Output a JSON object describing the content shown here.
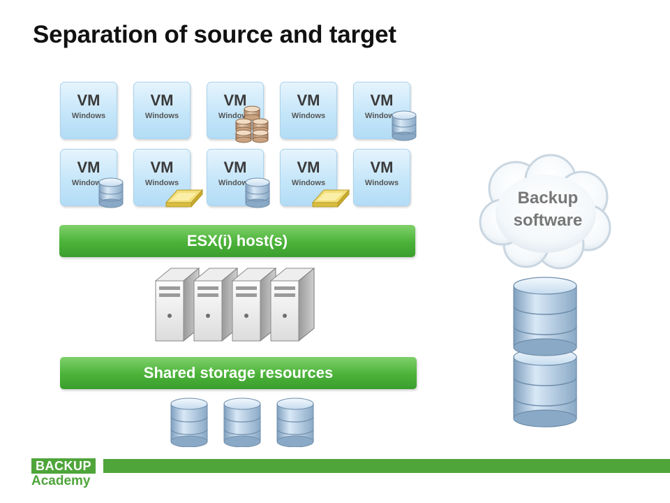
{
  "slide": {
    "title": "Separation of source and target"
  },
  "vm_grid": {
    "rows": [
      [
        {
          "label": "VM",
          "os": "Windows",
          "overlay": "none"
        },
        {
          "label": "VM",
          "os": "Windows",
          "overlay": "none"
        },
        {
          "label": "VM",
          "os": "Windows",
          "overlay": "coin-stack-icon"
        },
        {
          "label": "VM",
          "os": "Windows",
          "overlay": "none"
        },
        {
          "label": "VM",
          "os": "Windows",
          "overlay": "database-icon"
        }
      ],
      [
        {
          "label": "VM",
          "os": "Windows",
          "overlay": "database-icon"
        },
        {
          "label": "VM",
          "os": "Windows",
          "overlay": "folder-icon"
        },
        {
          "label": "VM",
          "os": "Windows",
          "overlay": "database-icon"
        },
        {
          "label": "VM",
          "os": "Windows",
          "overlay": "folder-icon"
        },
        {
          "label": "VM",
          "os": "Windows",
          "overlay": "none"
        }
      ]
    ]
  },
  "host_bar": {
    "label": "ESX(i) host(s)"
  },
  "storage_bar": {
    "label": "Shared storage resources"
  },
  "backup": {
    "cloud_line1": "Backup",
    "cloud_line2": "software"
  },
  "logo": {
    "line1": "BACKUP",
    "line2": "Academy"
  },
  "colors": {
    "green": "#4bb239",
    "vm_blue": "#c5e6f9",
    "disk_blue": "#b3d3ec",
    "folder_yellow": "#e9d35a",
    "coin_tan": "#d9b995"
  }
}
